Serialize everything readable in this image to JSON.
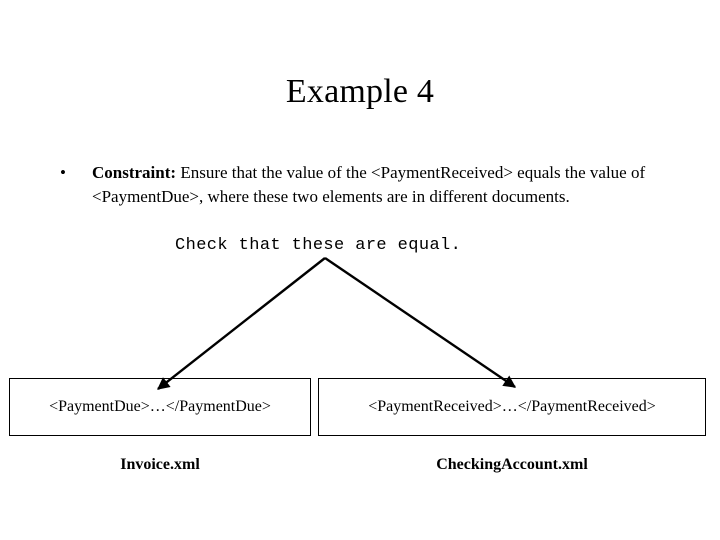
{
  "slide": {
    "title": "Example 4",
    "background_color": "#ffffff",
    "text_color": "#000000"
  },
  "bullet": {
    "marker": "•",
    "label": "Constraint:",
    "line1_rest": " Ensure that the value of the <PaymentReceived> equals",
    "line2": "the value of <PaymentDue>, where these two elements are in different",
    "line3": "documents."
  },
  "annotation": {
    "mono_text": "Check that these are equal."
  },
  "documents": [
    {
      "box_text": "<PaymentDue>…</PaymentDue>",
      "file_name": "Invoice.xml"
    },
    {
      "box_text": "<PaymentReceived>…</PaymentReceived>",
      "file_name": "CheckingAccount.xml"
    }
  ],
  "arrows": {
    "stroke_color": "#000000",
    "origin": "325,258",
    "left_tip": "155,392",
    "right_tip": "518,390"
  }
}
